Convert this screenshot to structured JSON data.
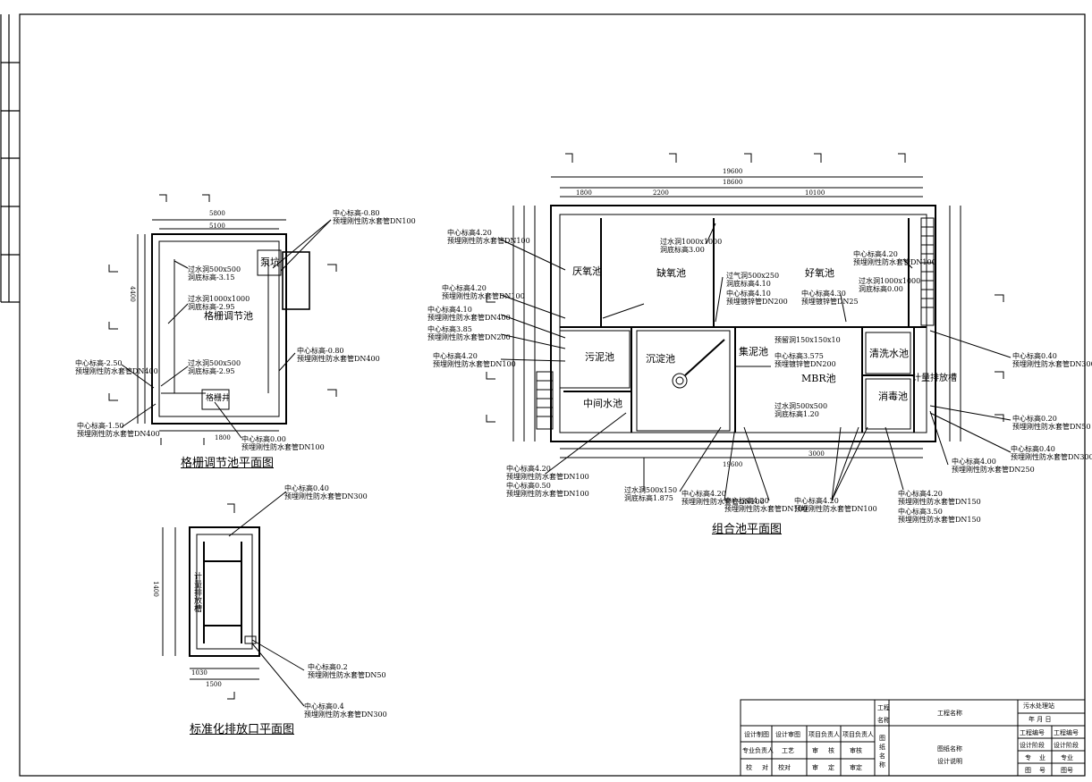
{
  "drawings": {
    "left_plan": {
      "title": "格栅调节池平面图",
      "room_main": "格栅调节池",
      "room_pump": "泵坑",
      "room_well": "格栅井",
      "callouts": [
        {
          "l1": "中心标高-0.80",
          "l2": "预埋刚性防水套管DN100"
        },
        {
          "l1": "过水洞500x500",
          "l2": "洞底标高-3.15"
        },
        {
          "l1": "过水洞1000x1000",
          "l2": "洞底标高-2.95"
        },
        {
          "l1": "过水洞500x500",
          "l2": "洞底标高-2.95"
        },
        {
          "l1": "中心标高-0.80",
          "l2": "预埋刚性防水套管DN400"
        },
        {
          "l1": "中心标高-2.50",
          "l2": "预埋刚性防水套管DN400"
        },
        {
          "l1": "中心标高-1.50",
          "l2": "预埋刚性防水套管DN400"
        },
        {
          "l1": "中心标高0.00",
          "l2": "预埋刚性防水套管DN100"
        }
      ],
      "dims": [
        "5800",
        "5100",
        "4400",
        "1800"
      ]
    },
    "combined_plan": {
      "title": "组合池平面图",
      "rooms": {
        "anaerobic": "厌氧池",
        "anoxic": "缺氧池",
        "aerobic": "好氧池",
        "sludge": "污泥池",
        "sedimentation": "沉淀池",
        "collect": "集泥池",
        "mbr": "MBR池",
        "clear": "清洗水池",
        "disinfect": "消毒池",
        "middle": "中间水池",
        "metering": "计量排放槽"
      },
      "callouts": [
        {
          "l1": "中心标高4.20",
          "l2": "预埋刚性防水套管DN100"
        },
        {
          "l1": "过水洞1000x1000",
          "l2": "洞底标高3.00"
        },
        {
          "l1": "中心标高4.20",
          "l2": "预埋刚性防水套管DN100"
        },
        {
          "l1": "过气洞500x250",
          "l2": "洞底标高4.10"
        },
        {
          "l1": "中心标高4.10",
          "l2": "预埋镀锌管DN200"
        },
        {
          "l1": "中心标高4.30",
          "l2": "预埋镀锌管DN25"
        },
        {
          "l1": "过水洞1000x1000",
          "l2": "洞底标高0.00"
        },
        {
          "l1": "中心标高4.20",
          "l2": "预埋刚性防水套管DN100"
        },
        {
          "l1": "中心标高4.10",
          "l2": "预埋刚性防水套管DN400"
        },
        {
          "l1": "中心标高3.85",
          "l2": "预埋刚性防水套管DN200"
        },
        {
          "l1": "中心标高4.20",
          "l2": "预埋刚性防水套管DN100"
        },
        {
          "l1": "中心标高0.40",
          "l2": "预埋刚性防水套管DN300"
        },
        {
          "l1": "中心标高0.20",
          "l2": "预埋刚性防水套管DN50"
        },
        {
          "l1": "中心标高0.40",
          "l2": "预埋刚性防水套管DN300"
        },
        {
          "l1": "中心标高4.00",
          "l2": "预埋刚性防水套管DN250"
        },
        {
          "l1": "中心标高4.20",
          "l2": "预埋刚性防水套管DN100"
        },
        {
          "l1": "中心标高0.50",
          "l2": "预埋刚性防水套管DN100"
        },
        {
          "l1": "过水洞500x150",
          "l2": "洞底标高1.875"
        },
        {
          "l1": "中心标高4.20",
          "l2": "预埋刚性防水套管DN100"
        },
        {
          "l1": "中心标高4.20",
          "l2": "预埋刚性防水套管DN100"
        },
        {
          "l1": "中心标高4.20",
          "l2": "预埋刚性防水套管DN100"
        },
        {
          "l1": "中心标高4.20",
          "l2": "预埋刚性防水套管DN150"
        },
        {
          "l1": "中心标高3.50",
          "l2": "预埋刚性防水套管DN150"
        },
        {
          "l1": "过水洞500x500",
          "l2": "洞底标高1.20"
        },
        {
          "l1": "中心标高3.575",
          "l2": "预埋镀锌管DN200"
        },
        {
          "l1": "预留洞150x150x10",
          "l2": ""
        }
      ],
      "dims": [
        "19600",
        "18600",
        "1800",
        "2200",
        "10100",
        "3000",
        "19600"
      ]
    },
    "outlet_plan": {
      "title": "标准化排放口平面图",
      "room": "计量排放槽",
      "callouts": [
        {
          "l1": "中心标高0.40",
          "l2": "预埋刚性防水套管DN300"
        },
        {
          "l1": "中心标高0.2",
          "l2": "预埋刚性防水套管DN50"
        },
        {
          "l1": "中心标高0.4",
          "l2": "预埋刚性防水套管DN300"
        }
      ],
      "dims": [
        "1400",
        "1030",
        "1500"
      ]
    }
  },
  "title_block": {
    "project_label": "工程名称",
    "drawing_label": "图纸名称",
    "drawing_name": "设计说明",
    "org": "污水处理站",
    "date": "年  月  日",
    "proj_short": "工程",
    "proj_short2": "名称",
    "tu": "图",
    "zhi": "纸",
    "ming": "名",
    "cheng": "称",
    "cells": {
      "c1": "设计制图",
      "c2": "设计审图",
      "c3": "项目负责人",
      "c4": "项目负责人",
      "c5": "专业负责人",
      "c6": "工艺",
      "c7": "审",
      "c8": "核",
      "c9": "审核",
      "c10": "校",
      "c11": "对",
      "c12": "校对",
      "c13": "审",
      "c14": "定",
      "c15": "审定",
      "r1": "工程编号",
      "r2": "工程编号",
      "r3": "设计阶段",
      "r4": "设计阶段",
      "r5": "专",
      "r6": "业",
      "r7": "专业",
      "r8": "图",
      "r9": "号",
      "r10": "图号"
    }
  }
}
